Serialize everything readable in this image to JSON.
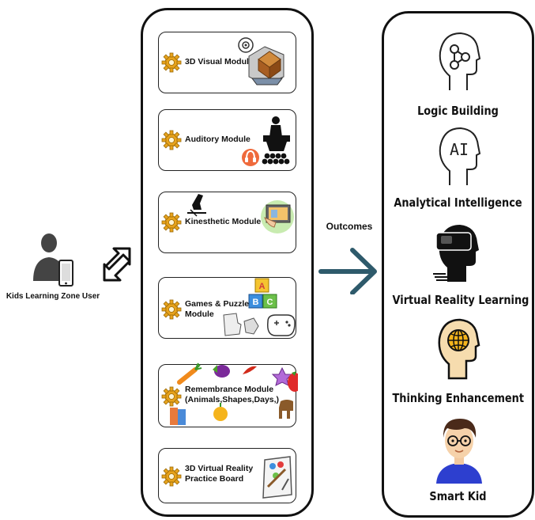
{
  "user": {
    "label": "Kids Learning Zone User",
    "icon": "user-with-phone-icon"
  },
  "exchange_icon": "bidirectional-arrows-icon",
  "modules": [
    {
      "label": "3D Visual Module",
      "icon": "3d-cube-eye-icon"
    },
    {
      "label": "Auditory Module",
      "icon": "speaker-audience-icon"
    },
    {
      "label": "Kinesthetic Module",
      "icon": "hand-touch-screen-icon"
    },
    {
      "label_line1": "Games & Puzzle",
      "label_line2": "Module",
      "icon": "abc-blocks-gamepad-icon"
    },
    {
      "label_line1": "Remembrance Module",
      "label_line2": "(Animals,Shapes,Days,)",
      "icon": "fruits-vegetables-animals-icon"
    },
    {
      "label_line1": "3D Virtual Reality",
      "label_line2": "Practice Board",
      "icon": "paint-board-icon"
    }
  ],
  "outcomes_label": "Outcomes",
  "outcomes": [
    {
      "label": "Logic Building",
      "icon": "head-network-icon"
    },
    {
      "label": "Analytical Intelligence",
      "icon": "head-ai-icon"
    },
    {
      "label": "Virtual Reality Learning",
      "icon": "vr-headset-head-icon"
    },
    {
      "label": "Thinking Enhancement",
      "icon": "head-globe-icon"
    },
    {
      "label": "Smart Kid",
      "icon": "kid-with-glasses-icon"
    }
  ],
  "colors": {
    "gear": "#e8a31c",
    "arrow": "#2e5a6b",
    "outline": "#111111"
  }
}
